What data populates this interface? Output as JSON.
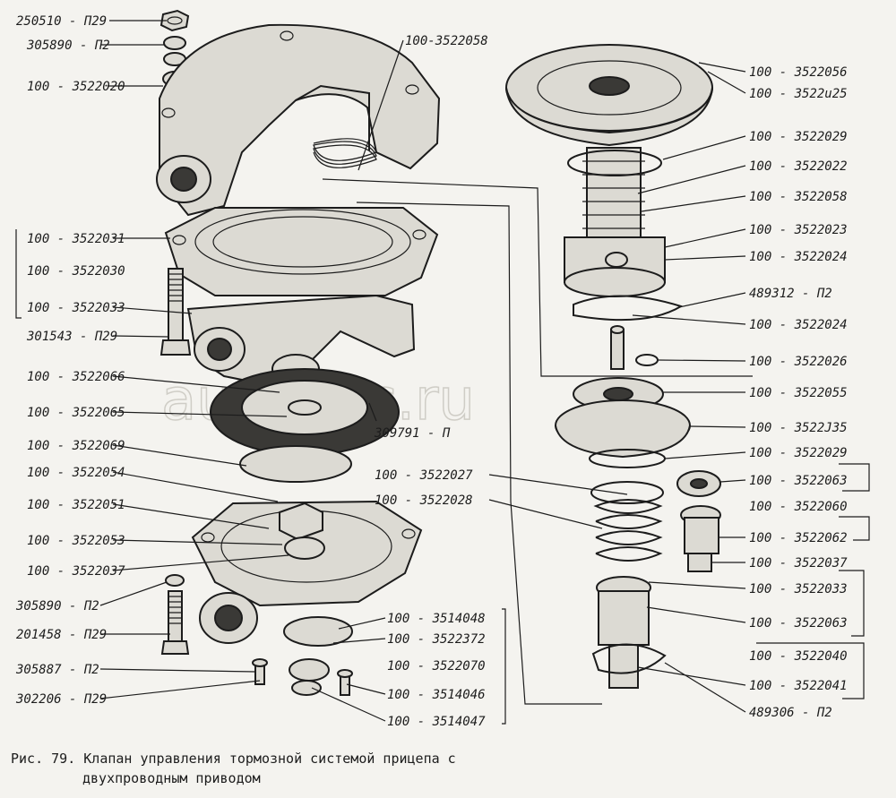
{
  "watermark": "autopitc.ru",
  "labels": {
    "l_250510": "250510 - П29",
    "l_305890a": "305890 - П2",
    "l_3522020": "100 - 3522020",
    "l_3522058a": "100-3522058",
    "l_3522031": "100 - 3522031",
    "l_3522030": "100 - 3522030",
    "l_3522033a": "100 - 3522033",
    "l_301543": "301543 - П29",
    "l_3522066": "100 - 3522066",
    "l_3522065": "100 - 3522065",
    "l_309791": "309791 - П",
    "l_3522069": "100 - 3522069",
    "l_3522054": "100 - 3522054",
    "l_3522051": "100 - 3522051",
    "l_3522053": "100 - 3522053",
    "l_3522037a": "100 - 3522037",
    "l_305890b": "305890 - П2",
    "l_201458": "201458 - П29",
    "l_305887": "305887 - П2",
    "l_302206": "302206 - П29",
    "l_3514048": "100 - 3514048",
    "l_3522072": "100 - 3522372",
    "l_3522070": "100 - 3522070",
    "l_3514046": "100 - 3514046",
    "l_3514047": "100 - 3514047",
    "l_3522027": "100 - 3522027",
    "l_3522028": "100 - 3522028",
    "l_3522056": "100 - 3522056",
    "l_3522025": "100 - 3522u25",
    "l_3522029a": "100 - 3522029",
    "l_3522022": "100 - 3522022",
    "l_3522058b": "100 - 3522058",
    "l_3522023": "100 - 3522023",
    "l_3522024a": "100 - 3522024",
    "l_489312": "489312 - П2",
    "l_3522024b": "100 - 3522024",
    "l_3522026": "100 - 3522026",
    "l_3522055": "100 - 3522055",
    "l_3522035": "100 - 3522J35",
    "l_3522029b": "100 - 3522029",
    "l_3522063a": "100 - 3522063",
    "l_3522060": "100 - 3522060",
    "l_3522062": "100 - 3522062",
    "l_3522037b": "100 - 3522037",
    "l_3522033b": "100 - 3522033",
    "l_3522063b": "100 - 3522063",
    "l_3522040": "100 - 3522040",
    "l_3522041": "100 - 3522041",
    "l_489306": "489306 - П2"
  },
  "caption": {
    "line1": "Рис. 79. Клапан управления тормозной системой прицепа с",
    "line2": "двухпроводным приводом"
  }
}
